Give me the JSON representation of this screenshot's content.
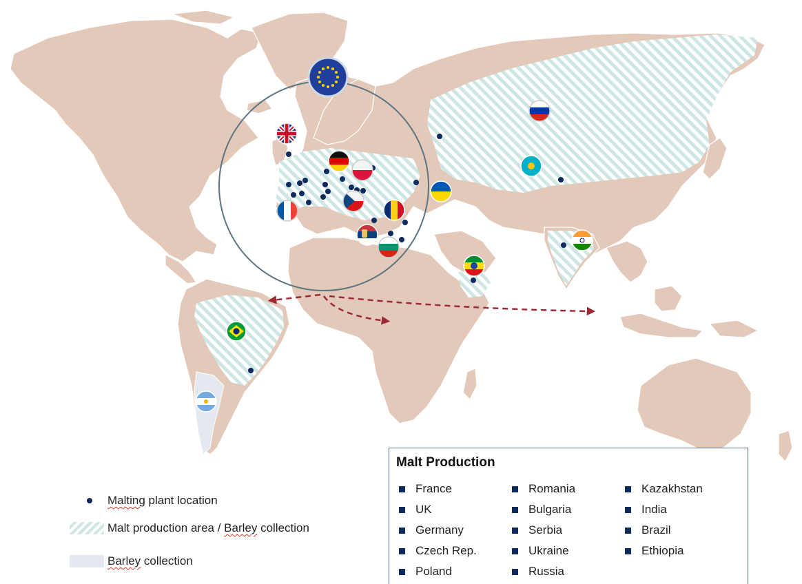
{
  "map": {
    "land_color": "#e3c9b9",
    "hatch_color": "#cfe6e6",
    "barley_color": "#e3e9ee",
    "plant_color": "#0e2a5c",
    "circle_color": "#5b7482",
    "arrow_color": "#9b2a35",
    "flags": [
      "eu",
      "uk",
      "germany",
      "poland",
      "czech",
      "france",
      "romania",
      "serbia",
      "bulgaria",
      "ukraine",
      "russia",
      "kazakhstan",
      "india",
      "ethiopia",
      "brazil",
      "argentina"
    ]
  },
  "legend": {
    "plant_label": "Malting plant location",
    "area_label_a": "Malt production area / ",
    "area_label_b": "Barley",
    "area_label_c": " collection",
    "barley_label_a": "Barley",
    "barley_label_b": " collection"
  },
  "malt_production": {
    "title": "Malt Production",
    "col1": [
      "France",
      "UK",
      "Germany",
      "Czech Rep.",
      "Poland"
    ],
    "col2": [
      "Romania",
      "Bulgaria",
      "Serbia",
      "Ukraine",
      "Russia"
    ],
    "col3": [
      "Kazakhstan",
      "India",
      "Brazil",
      "Ethiopia"
    ]
  }
}
